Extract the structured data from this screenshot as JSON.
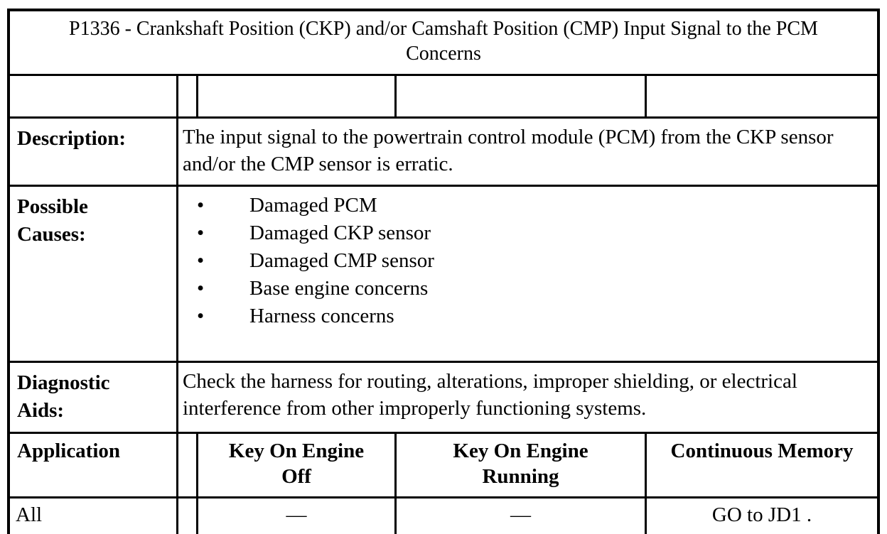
{
  "table": {
    "title": "P1336 - Crankshaft Position (CKP) and/or Camshaft Position (CMP) Input Signal to the PCM Concerns",
    "description": {
      "label": "Description:",
      "text": "The input signal to the powertrain control module (PCM) from the CKP sensor and/or the CMP sensor is erratic."
    },
    "possible_causes": {
      "label": "Possible Causes:",
      "bullet_glyph": "•",
      "items": [
        "Damaged PCM",
        "Damaged CKP sensor",
        "Damaged CMP sensor",
        "Base engine concerns",
        "Harness concerns"
      ]
    },
    "diagnostic_aids": {
      "label": "Diagnostic Aids:",
      "text": "Check the harness for routing, alterations, improper shielding, or electrical interference from other improperly functioning systems."
    },
    "application_header": {
      "application": "Application",
      "key_on_engine_off": "Key On Engine Off",
      "key_on_engine_running": "Key On Engine Running",
      "continuous_memory": "Continuous Memory"
    },
    "application_rows": [
      {
        "application": "All",
        "key_on_engine_off": "—",
        "key_on_engine_running": "—",
        "continuous_memory": "GO to JD1 ."
      }
    ]
  },
  "colors": {
    "background": "#ffffff",
    "border": "#000000",
    "text": "#000000"
  }
}
